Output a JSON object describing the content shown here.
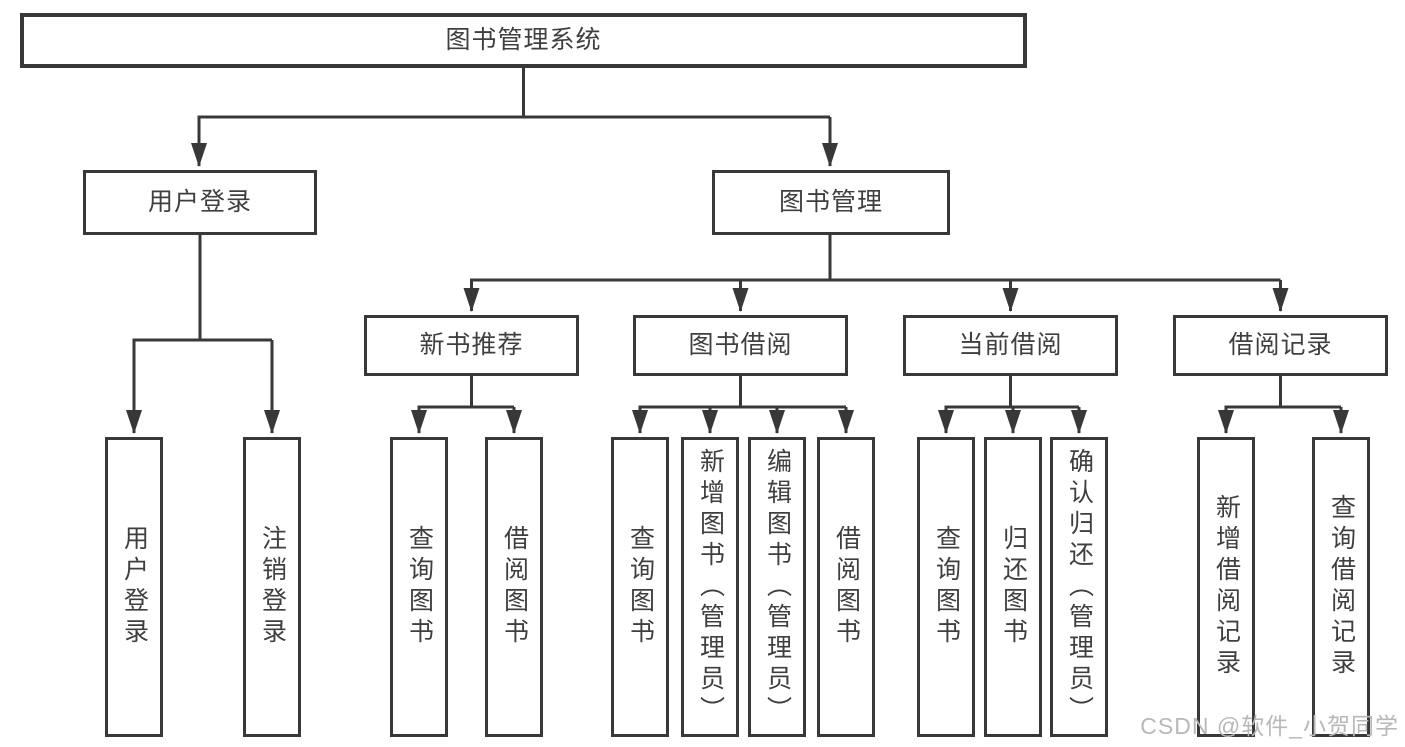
{
  "diagram": {
    "root": {
      "label": "图书管理系统"
    },
    "branches": [
      {
        "label": "用户登录",
        "children": [
          {
            "label": "用户登录"
          },
          {
            "label": "注销登录"
          }
        ]
      },
      {
        "label": "图书管理",
        "children": [
          {
            "label": "新书推荐",
            "children": [
              {
                "label": "查询图书"
              },
              {
                "label": "借阅图书"
              }
            ]
          },
          {
            "label": "图书借阅",
            "children": [
              {
                "label": "查询图书"
              },
              {
                "label": "新增图书（管理员）"
              },
              {
                "label": "编辑图书（管理员）"
              },
              {
                "label": "借阅图书"
              }
            ]
          },
          {
            "label": "当前借阅",
            "children": [
              {
                "label": "查询图书"
              },
              {
                "label": "归还图书"
              },
              {
                "label": "确认归还（管理员）"
              }
            ]
          },
          {
            "label": "借阅记录",
            "children": [
              {
                "label": "新增借阅记录"
              },
              {
                "label": "查询借阅记录"
              }
            ]
          }
        ]
      }
    ]
  },
  "watermark": {
    "text": "CSDN @软件_小贺同学",
    "color": "#b8b8b8"
  },
  "colors": {
    "line": "#383838",
    "text": "#3f3f3f",
    "box_background": "#ffffff"
  }
}
